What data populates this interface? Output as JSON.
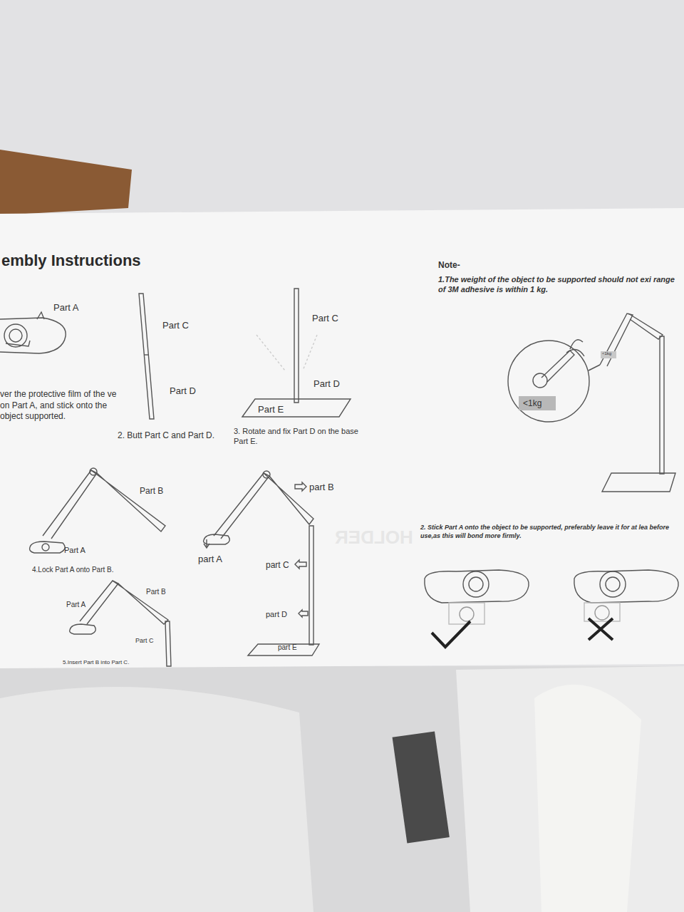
{
  "diagram": {
    "title": "embly Instructions",
    "labels": [
      "Part A",
      "ver the protective film of the ve on Part A, and stick onto the object supported.",
      "Part C",
      "Part D",
      "2. Butt Part C and Part D.",
      "Part C",
      "Part D",
      "Part E",
      "3. Rotate and fix Part D on the base Part E.",
      "Part B",
      "Part A",
      "4.Lock Part A onto Part B.",
      "Part B",
      "Part A",
      "Part C",
      "5.Insert Part B into Part C.",
      "part B",
      "part A",
      "part C",
      "part D",
      "part E",
      "Note-",
      "1.The weight of the object to be supported should not exi range of 3M adhesive is within 1 kg.",
      "<1kg",
      "<1kg",
      "2. Stick Part A onto the object to be supported, preferably leave it for at lea before use,as this will bond more firmly.",
      "HOLDER"
    ]
  }
}
